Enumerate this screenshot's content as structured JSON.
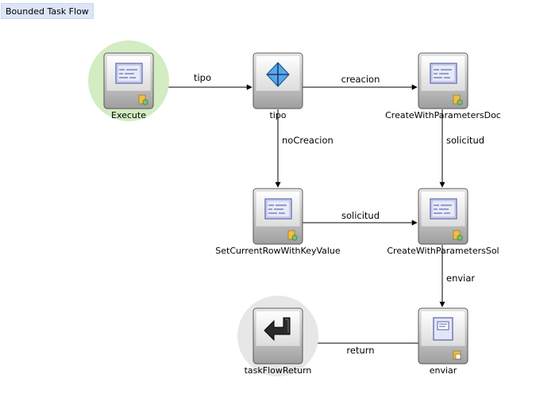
{
  "tab": {
    "title": "Bounded Task Flow"
  },
  "nodes": [
    {
      "id": "execute",
      "label": "Execute",
      "type": "method",
      "default_activity": true
    },
    {
      "id": "tipo",
      "label": "tipo",
      "type": "router"
    },
    {
      "id": "createDoc",
      "label": "CreateWithParametersDoc",
      "type": "method"
    },
    {
      "id": "setCurrent",
      "label": "SetCurrentRowWithKeyValue",
      "type": "method"
    },
    {
      "id": "createSol",
      "label": "CreateWithParametersSol",
      "type": "method"
    },
    {
      "id": "enviar",
      "label": "enviar",
      "type": "view"
    },
    {
      "id": "return",
      "label": "taskFlowReturn",
      "type": "return"
    }
  ],
  "edges": [
    {
      "from": "execute",
      "to": "tipo",
      "label": "tipo"
    },
    {
      "from": "tipo",
      "to": "createDoc",
      "label": "creacion"
    },
    {
      "from": "tipo",
      "to": "setCurrent",
      "label": "noCreacion"
    },
    {
      "from": "createDoc",
      "to": "createSol",
      "label": "solicitud"
    },
    {
      "from": "setCurrent",
      "to": "createSol",
      "label": "solicitud"
    },
    {
      "from": "createSol",
      "to": "enviar",
      "label": "enviar"
    },
    {
      "from": "enviar",
      "to": "return",
      "label": "return"
    }
  ]
}
